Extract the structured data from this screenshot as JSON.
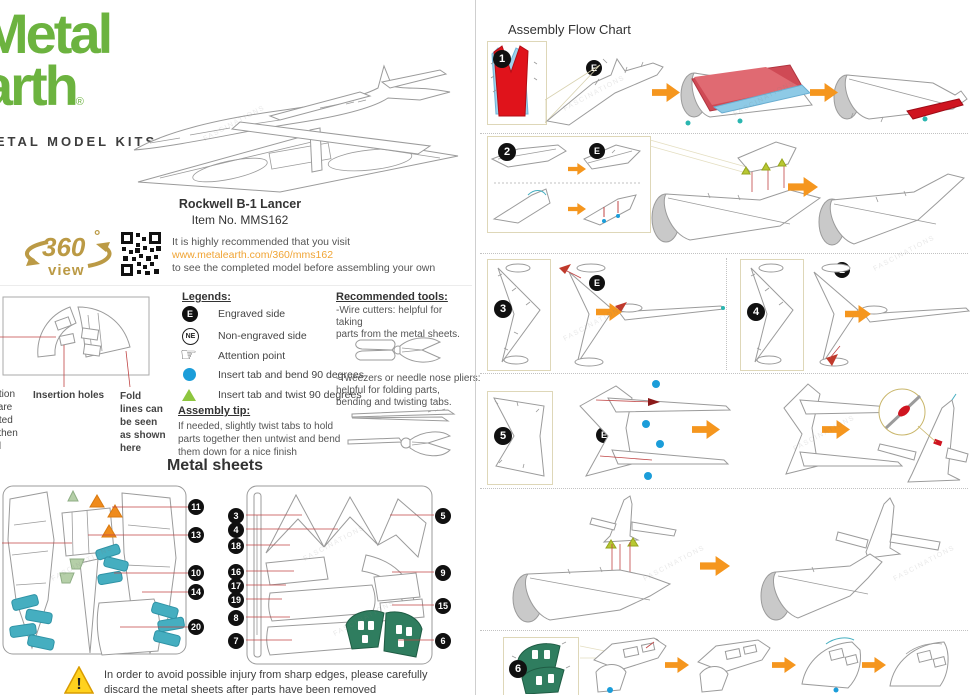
{
  "brand": {
    "logo_line1": "Metal",
    "logo_line2": "arth",
    "logo_reg": "®",
    "tagline": "METAL MODEL KITS"
  },
  "product": {
    "name": "Rockwell B-1 Lancer",
    "item_label": "Item No. MMS162"
  },
  "promo": {
    "badge_value": "360",
    "badge_degree": "°",
    "badge_caption": "view",
    "line1": "It is highly recommended that you visit",
    "url": "www.metalearth.com/360/mms162",
    "line2": "to see the completed model before assembling your own"
  },
  "legends": {
    "heading": "Legends:",
    "engraved": {
      "symbol": "E",
      "label": "Engraved side"
    },
    "non_engraved": {
      "symbol": "NE",
      "label": "Non-engraved side"
    },
    "attention": {
      "glyph": "☞",
      "label": "Attention point"
    },
    "insert_bend": {
      "label": "Insert tab and bend 90 degrees"
    },
    "insert_twist": {
      "label": "Insert tab and twist 90 degrees"
    }
  },
  "assembly_tip": {
    "heading": "Assembly tip:",
    "line1": "If needed, slightly twist tabs to hold",
    "line2": "parts together then untwist and bend",
    "line3": "them down for a nice finish"
  },
  "tools": {
    "heading": "Recommended tools:",
    "wire_cutters_line1": "-Wire cutters: helpful for taking",
    "wire_cutters_line2": "parts from the metal sheets.",
    "tweezers_line1": "-Tweezers or needle nose pliers:",
    "tweezers_line2": "helpful for folding parts,",
    "tweezers_line3": "bending and twisting tabs."
  },
  "insertion_diagram": {
    "cut_fragments": [
      "ertion",
      "s are",
      "erted",
      "d then",
      "ed"
    ],
    "holes_label": "Insertion holes",
    "fold_label_lines": [
      "Fold",
      "lines can",
      "be seen",
      "as shown",
      "here"
    ]
  },
  "metal_sheets": {
    "heading": "Metal sheets",
    "sheet1_callouts": [
      "11",
      "13",
      "10",
      "14",
      "20"
    ],
    "sheet2_left_callouts": [
      "3",
      "4",
      "18",
      "16",
      "17",
      "19",
      "8",
      "7"
    ],
    "sheet2_right_callouts": [
      "5",
      "9",
      "15",
      "6"
    ]
  },
  "flow_chart": {
    "heading": "Assembly Flow Chart",
    "step_numbers": [
      "1",
      "2",
      "3",
      "4",
      "5",
      "6"
    ],
    "engraved_symbol": "E"
  },
  "warning": {
    "line1": "In order to avoid possible injury from sharp edges, please carefully",
    "line2": "discard the metal sheets after parts have been removed"
  },
  "watermark": "FASCINATIONS",
  "colors": {
    "brand_green": "#6cb33f",
    "gold": "#b2953f",
    "url_orange": "#f0a434",
    "arrow_orange": "#f5961e",
    "teal": "#45aec0",
    "dark_green": "#2f7d5f",
    "sheet_orange": "#ef8b1d",
    "legend_blue": "#1b9dd9",
    "legend_green": "#8dc63f",
    "part_red": "#e0131b",
    "light_blue": "#8ecae6"
  }
}
